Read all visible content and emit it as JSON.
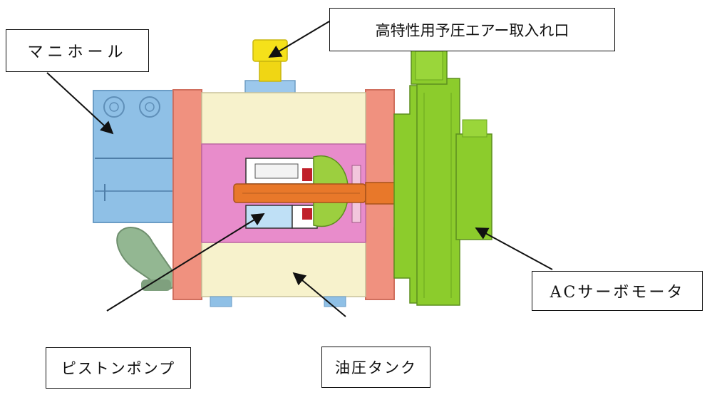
{
  "labels": {
    "manifold": "マニホール",
    "air_inlet": "高特性用予圧エアー取入れ口",
    "servo_motor": "ACサーボモータ",
    "piston_pump": "ピストンポンプ",
    "oil_tank": "油圧タンク"
  },
  "colors": {
    "manifold": "#8fc0e6",
    "end_plates": "#f0917f",
    "tank_walls": "#f7f2cc",
    "core": "#e88ccb",
    "motor": "#8ccc2c",
    "motor_dark": "#6aa61e",
    "shaft": "#e8782a",
    "air_fitting": "#f5e11a",
    "handle": "#93b792",
    "top_fitting": "#9cc8ec"
  }
}
